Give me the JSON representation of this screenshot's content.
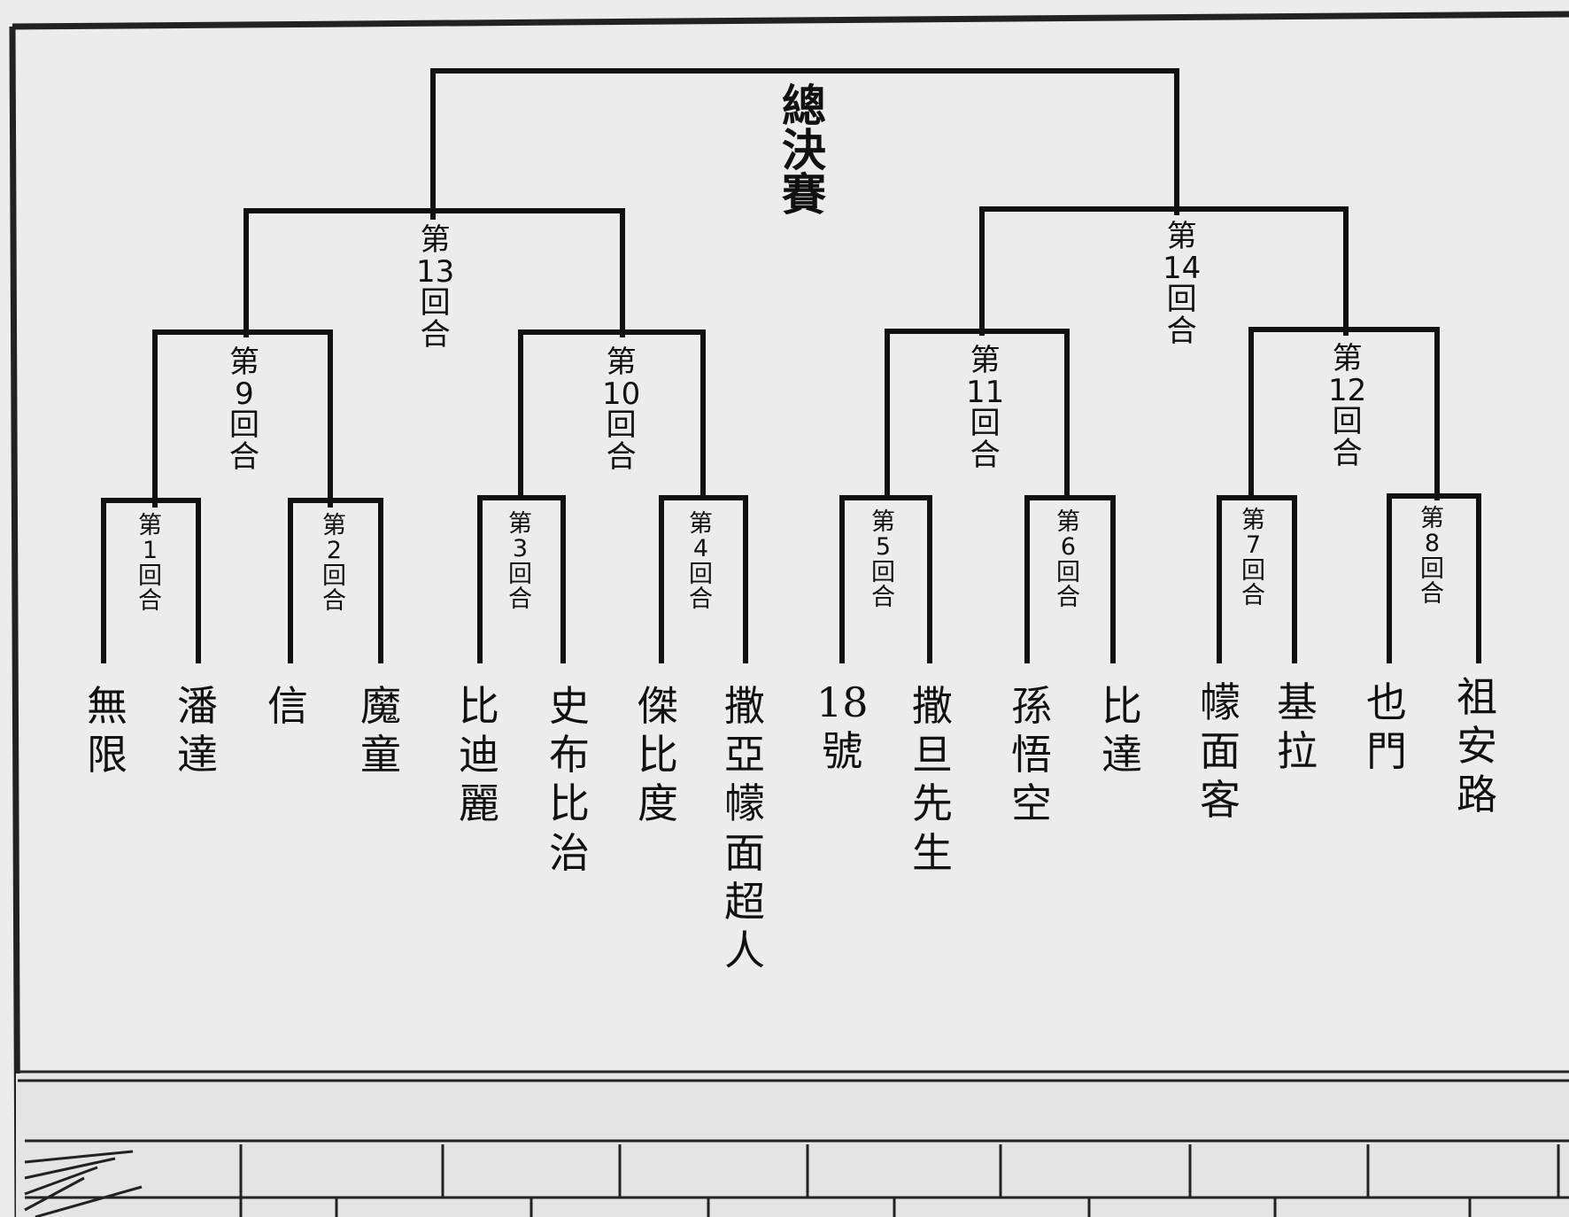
{
  "final": {
    "label": "總決賽"
  },
  "rounds": [
    {
      "id": "r1",
      "label": [
        "第",
        "1",
        "回",
        "合"
      ]
    },
    {
      "id": "r2",
      "label": [
        "第",
        "2",
        "回",
        "合"
      ]
    },
    {
      "id": "r3",
      "label": [
        "第",
        "3",
        "回",
        "合"
      ]
    },
    {
      "id": "r4",
      "label": [
        "第",
        "4",
        "回",
        "合"
      ]
    },
    {
      "id": "r5",
      "label": [
        "第",
        "5",
        "回",
        "合"
      ]
    },
    {
      "id": "r6",
      "label": [
        "第",
        "6",
        "回",
        "合"
      ]
    },
    {
      "id": "r7",
      "label": [
        "第",
        "7",
        "回",
        "合"
      ]
    },
    {
      "id": "r8",
      "label": [
        "第",
        "8",
        "回",
        "合"
      ]
    },
    {
      "id": "r9",
      "label": [
        "第",
        "9",
        "回",
        "合"
      ]
    },
    {
      "id": "r10",
      "label": [
        "第",
        "10",
        "回",
        "合"
      ]
    },
    {
      "id": "r11",
      "label": [
        "第",
        "11",
        "回",
        "合"
      ]
    },
    {
      "id": "r12",
      "label": [
        "第",
        "12",
        "回",
        "合"
      ]
    },
    {
      "id": "r13",
      "label": [
        "第",
        "13",
        "回",
        "合"
      ]
    },
    {
      "id": "r14",
      "label": [
        "第",
        "14",
        "回",
        "合"
      ]
    }
  ],
  "competitors": [
    {
      "name": [
        "無",
        "限"
      ]
    },
    {
      "name": [
        "潘",
        "達"
      ]
    },
    {
      "name": [
        "信"
      ]
    },
    {
      "name": [
        "魔",
        "童"
      ]
    },
    {
      "name": [
        "比",
        "迪",
        "麗"
      ]
    },
    {
      "name": [
        "史",
        "布",
        "比",
        "治"
      ]
    },
    {
      "name": [
        "傑",
        "比",
        "度"
      ]
    },
    {
      "name": [
        "撒",
        "亞",
        "幪",
        "面",
        "超",
        "人"
      ]
    },
    {
      "name": [
        "18",
        "號"
      ]
    },
    {
      "name": [
        "撒",
        "旦",
        "先",
        "生"
      ]
    },
    {
      "name": [
        "孫",
        "悟",
        "空"
      ]
    },
    {
      "name": [
        "比",
        "達"
      ]
    },
    {
      "name": [
        "幪",
        "面",
        "客"
      ]
    },
    {
      "name": [
        "基",
        "拉"
      ]
    },
    {
      "name": [
        "也",
        "門"
      ]
    },
    {
      "name": [
        "祖",
        "安",
        "路"
      ]
    }
  ]
}
